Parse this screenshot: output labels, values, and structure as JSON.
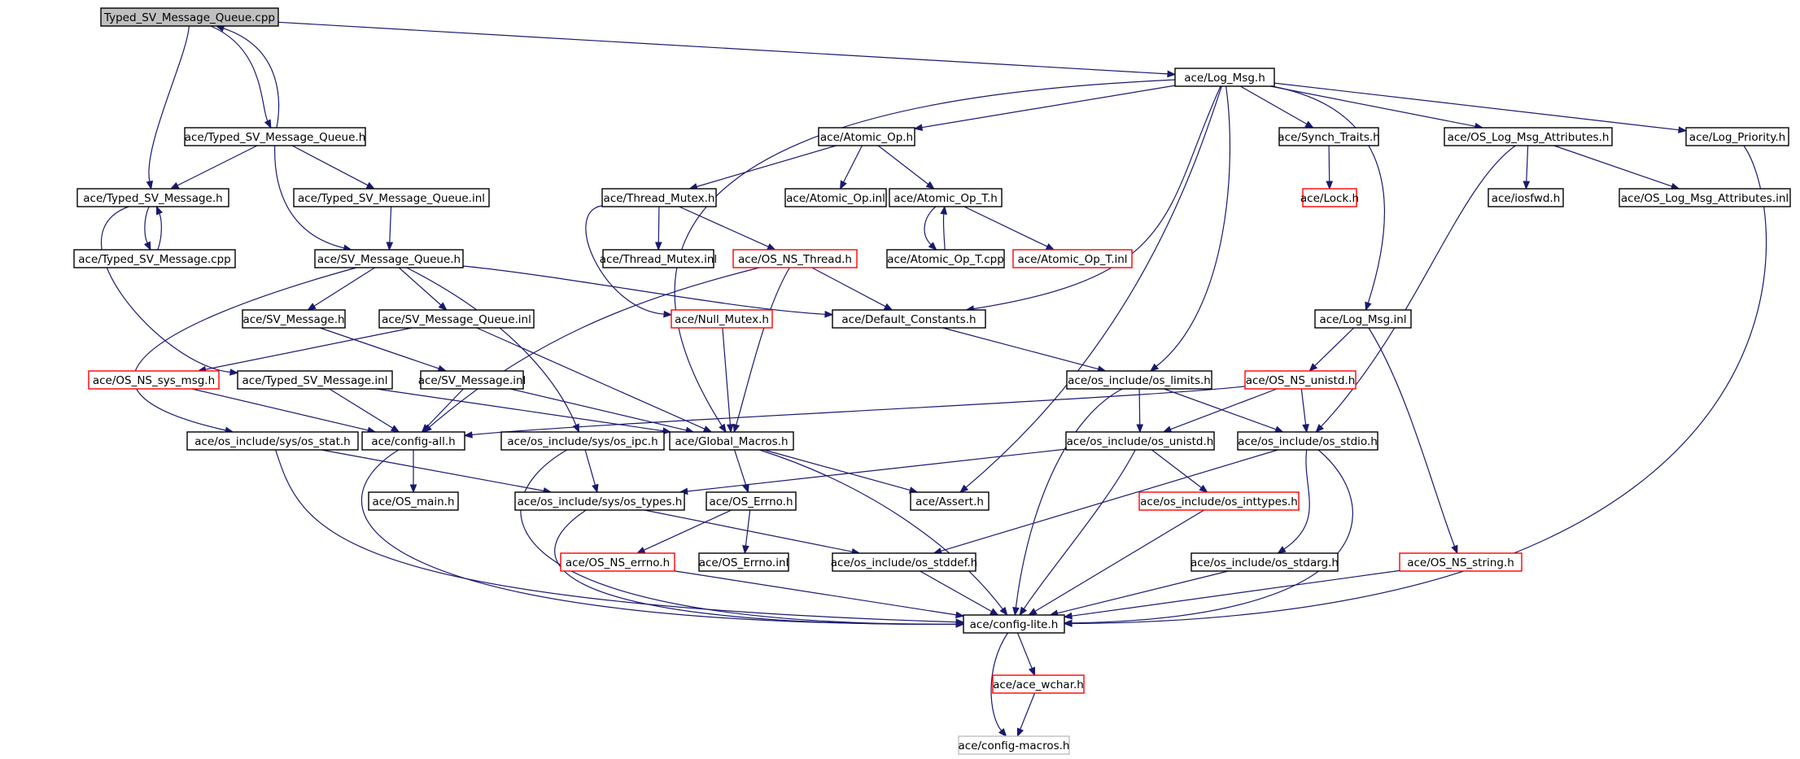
{
  "graph": {
    "root": "Typed_SV_Message_Queue.cpp",
    "colors": {
      "edge": "#191970",
      "border_normal": "#000000",
      "border_missing": "#ff0000",
      "border_external": "#bfbfbf",
      "root_fill": "#bfbfbf"
    },
    "nodes": [
      {
        "id": "root",
        "label": "Typed_SV_Message_Queue.cpp",
        "kind": "root"
      },
      {
        "id": "log_msg_h",
        "label": "ace/Log_Msg.h",
        "kind": "normal"
      },
      {
        "id": "typed_svmq_h",
        "label": "ace/Typed_SV_Message_Queue.h",
        "kind": "normal"
      },
      {
        "id": "atomic_op_h",
        "label": "ace/Atomic_Op.h",
        "kind": "normal"
      },
      {
        "id": "synch_traits_h",
        "label": "ace/Synch_Traits.h",
        "kind": "normal"
      },
      {
        "id": "os_log_attr_h",
        "label": "ace/OS_Log_Msg_Attributes.h",
        "kind": "normal"
      },
      {
        "id": "log_priority_h",
        "label": "ace/Log_Priority.h",
        "kind": "normal"
      },
      {
        "id": "typed_svm_h",
        "label": "ace/Typed_SV_Message.h",
        "kind": "normal"
      },
      {
        "id": "typed_svmq_inl",
        "label": "ace/Typed_SV_Message_Queue.inl",
        "kind": "normal"
      },
      {
        "id": "thread_mutex_h",
        "label": "ace/Thread_Mutex.h",
        "kind": "normal"
      },
      {
        "id": "atomic_op_inl",
        "label": "ace/Atomic_Op.inl",
        "kind": "normal"
      },
      {
        "id": "atomic_op_t_h",
        "label": "ace/Atomic_Op_T.h",
        "kind": "normal"
      },
      {
        "id": "lock_h",
        "label": "ace/Lock.h",
        "kind": "missing"
      },
      {
        "id": "iosfwd_h",
        "label": "ace/iosfwd.h",
        "kind": "normal"
      },
      {
        "id": "os_log_attr_inl",
        "label": "ace/OS_Log_Msg_Attributes.inl",
        "kind": "normal"
      },
      {
        "id": "typed_svm_cpp",
        "label": "ace/Typed_SV_Message.cpp",
        "kind": "normal"
      },
      {
        "id": "svmq_h",
        "label": "ace/SV_Message_Queue.h",
        "kind": "normal"
      },
      {
        "id": "thread_mutex_inl",
        "label": "ace/Thread_Mutex.inl",
        "kind": "normal"
      },
      {
        "id": "os_ns_thread_h",
        "label": "ace/OS_NS_Thread.h",
        "kind": "missing"
      },
      {
        "id": "atomic_op_t_cpp",
        "label": "ace/Atomic_Op_T.cpp",
        "kind": "normal"
      },
      {
        "id": "atomic_op_t_inl",
        "label": "ace/Atomic_Op_T.inl",
        "kind": "missing"
      },
      {
        "id": "svm_h",
        "label": "ace/SV_Message.h",
        "kind": "normal"
      },
      {
        "id": "svmq_inl",
        "label": "ace/SV_Message_Queue.inl",
        "kind": "normal"
      },
      {
        "id": "null_mutex_h",
        "label": "ace/Null_Mutex.h",
        "kind": "missing"
      },
      {
        "id": "default_constants_h",
        "label": "ace/Default_Constants.h",
        "kind": "normal"
      },
      {
        "id": "log_msg_inl",
        "label": "ace/Log_Msg.inl",
        "kind": "normal"
      },
      {
        "id": "os_ns_sys_msg_h",
        "label": "ace/OS_NS_sys_msg.h",
        "kind": "missing"
      },
      {
        "id": "typed_svm_inl",
        "label": "ace/Typed_SV_Message.inl",
        "kind": "normal"
      },
      {
        "id": "svm_inl",
        "label": "ace/SV_Message.inl",
        "kind": "normal"
      },
      {
        "id": "os_limits_h",
        "label": "ace/os_include/os_limits.h",
        "kind": "normal"
      },
      {
        "id": "os_ns_unistd_h",
        "label": "ace/OS_NS_unistd.h",
        "kind": "missing"
      },
      {
        "id": "os_stat_h",
        "label": "ace/os_include/sys/os_stat.h",
        "kind": "normal"
      },
      {
        "id": "config_all_h",
        "label": "ace/config-all.h",
        "kind": "normal"
      },
      {
        "id": "os_ipc_h",
        "label": "ace/os_include/sys/os_ipc.h",
        "kind": "normal"
      },
      {
        "id": "global_macros_h",
        "label": "ace/Global_Macros.h",
        "kind": "normal"
      },
      {
        "id": "os_unistd_h",
        "label": "ace/os_include/os_unistd.h",
        "kind": "normal"
      },
      {
        "id": "os_stdio_h",
        "label": "ace/os_include/os_stdio.h",
        "kind": "normal"
      },
      {
        "id": "os_main_h",
        "label": "ace/OS_main.h",
        "kind": "normal"
      },
      {
        "id": "os_types_h",
        "label": "ace/os_include/sys/os_types.h",
        "kind": "normal"
      },
      {
        "id": "os_errno_h",
        "label": "ace/OS_Errno.h",
        "kind": "normal"
      },
      {
        "id": "assert_h",
        "label": "ace/Assert.h",
        "kind": "normal"
      },
      {
        "id": "os_inttypes_h",
        "label": "ace/os_include/os_inttypes.h",
        "kind": "missing"
      },
      {
        "id": "os_ns_errno_h",
        "label": "ace/OS_NS_errno.h",
        "kind": "missing"
      },
      {
        "id": "os_errno_inl",
        "label": "ace/OS_Errno.inl",
        "kind": "normal"
      },
      {
        "id": "os_stddef_h",
        "label": "ace/os_include/os_stddef.h",
        "kind": "normal"
      },
      {
        "id": "os_stdarg_h",
        "label": "ace/os_include/os_stdarg.h",
        "kind": "normal"
      },
      {
        "id": "os_ns_string_h",
        "label": "ace/OS_NS_string.h",
        "kind": "missing"
      },
      {
        "id": "config_lite_h",
        "label": "ace/config-lite.h",
        "kind": "normal"
      },
      {
        "id": "ace_wchar_h",
        "label": "ace/ace_wchar.h",
        "kind": "missing"
      },
      {
        "id": "config_macros_h",
        "label": "ace/config-macros.h",
        "kind": "external"
      }
    ],
    "edges": [
      [
        "root",
        "log_msg_h"
      ],
      [
        "root",
        "typed_svmq_h"
      ],
      [
        "root",
        "typed_svm_h"
      ],
      [
        "typed_svmq_h",
        "root"
      ],
      [
        "typed_svmq_h",
        "typed_svm_h"
      ],
      [
        "typed_svmq_h",
        "typed_svmq_inl"
      ],
      [
        "typed_svmq_h",
        "svmq_h"
      ],
      [
        "typed_svm_h",
        "typed_svm_cpp"
      ],
      [
        "typed_svm_cpp",
        "typed_svm_h"
      ],
      [
        "typed_svm_h",
        "typed_svm_inl"
      ],
      [
        "typed_svmq_inl",
        "svmq_h"
      ],
      [
        "svmq_h",
        "svm_h"
      ],
      [
        "svmq_h",
        "svmq_inl"
      ],
      [
        "svmq_h",
        "default_constants_h"
      ],
      [
        "svmq_h",
        "os_stat_h"
      ],
      [
        "svmq_h",
        "os_ipc_h"
      ],
      [
        "svm_h",
        "svm_inl"
      ],
      [
        "svmq_inl",
        "global_macros_h"
      ],
      [
        "svmq_inl",
        "os_ns_sys_msg_h"
      ],
      [
        "svm_inl",
        "config_all_h"
      ],
      [
        "svm_inl",
        "global_macros_h"
      ],
      [
        "typed_svm_inl",
        "config_all_h"
      ],
      [
        "typed_svm_inl",
        "global_macros_h"
      ],
      [
        "os_ns_sys_msg_h",
        "config_all_h"
      ],
      [
        "log_msg_h",
        "atomic_op_h"
      ],
      [
        "log_msg_h",
        "synch_traits_h"
      ],
      [
        "log_msg_h",
        "os_log_attr_h"
      ],
      [
        "log_msg_h",
        "log_priority_h"
      ],
      [
        "log_msg_h",
        "default_constants_h"
      ],
      [
        "log_msg_h",
        "log_msg_inl"
      ],
      [
        "log_msg_h",
        "os_limits_h"
      ],
      [
        "log_msg_h",
        "assert_h"
      ],
      [
        "log_msg_h",
        "global_macros_h"
      ],
      [
        "atomic_op_h",
        "thread_mutex_h"
      ],
      [
        "atomic_op_h",
        "atomic_op_inl"
      ],
      [
        "atomic_op_h",
        "atomic_op_t_h"
      ],
      [
        "atomic_op_t_h",
        "atomic_op_t_cpp"
      ],
      [
        "atomic_op_t_cpp",
        "atomic_op_t_h"
      ],
      [
        "atomic_op_t_h",
        "atomic_op_t_inl"
      ],
      [
        "thread_mutex_h",
        "thread_mutex_inl"
      ],
      [
        "thread_mutex_h",
        "os_ns_thread_h"
      ],
      [
        "thread_mutex_h",
        "null_mutex_h"
      ],
      [
        "os_ns_thread_h",
        "default_constants_h"
      ],
      [
        "os_ns_thread_h",
        "global_macros_h"
      ],
      [
        "os_ns_thread_h",
        "config_all_h"
      ],
      [
        "null_mutex_h",
        "global_macros_h"
      ],
      [
        "synch_traits_h",
        "lock_h"
      ],
      [
        "os_log_attr_h",
        "iosfwd_h"
      ],
      [
        "os_log_attr_h",
        "os_log_attr_inl"
      ],
      [
        "os_log_attr_h",
        "os_stdio_h"
      ],
      [
        "log_priority_h",
        "config_lite_h"
      ],
      [
        "default_constants_h",
        "os_limits_h"
      ],
      [
        "log_msg_inl",
        "os_ns_unistd_h"
      ],
      [
        "log_msg_inl",
        "os_ns_string_h"
      ],
      [
        "os_limits_h",
        "os_unistd_h"
      ],
      [
        "os_limits_h",
        "os_stdio_h"
      ],
      [
        "os_limits_h",
        "config_lite_h"
      ],
      [
        "os_ns_unistd_h",
        "os_unistd_h"
      ],
      [
        "os_ns_unistd_h",
        "os_stdio_h"
      ],
      [
        "os_ns_unistd_h",
        "config_all_h"
      ],
      [
        "os_unistd_h",
        "os_types_h"
      ],
      [
        "os_unistd_h",
        "os_inttypes_h"
      ],
      [
        "os_unistd_h",
        "config_lite_h"
      ],
      [
        "os_stdio_h",
        "os_stddef_h"
      ],
      [
        "os_stdio_h",
        "os_stdarg_h"
      ],
      [
        "os_stdio_h",
        "config_lite_h"
      ],
      [
        "os_stat_h",
        "os_types_h"
      ],
      [
        "os_stat_h",
        "config_lite_h"
      ],
      [
        "config_all_h",
        "os_main_h"
      ],
      [
        "config_all_h",
        "config_lite_h"
      ],
      [
        "os_ipc_h",
        "os_types_h"
      ],
      [
        "os_ipc_h",
        "config_lite_h"
      ],
      [
        "global_macros_h",
        "os_errno_h"
      ],
      [
        "global_macros_h",
        "assert_h"
      ],
      [
        "global_macros_h",
        "config_lite_h"
      ],
      [
        "os_types_h",
        "config_lite_h"
      ],
      [
        "os_types_h",
        "os_stddef_h"
      ],
      [
        "os_errno_h",
        "os_ns_errno_h"
      ],
      [
        "os_errno_h",
        "os_errno_inl"
      ],
      [
        "os_ns_errno_h",
        "config_lite_h"
      ],
      [
        "os_stddef_h",
        "config_lite_h"
      ],
      [
        "os_inttypes_h",
        "config_lite_h"
      ],
      [
        "os_stdarg_h",
        "config_lite_h"
      ],
      [
        "os_ns_string_h",
        "config_lite_h"
      ],
      [
        "config_lite_h",
        "ace_wchar_h"
      ],
      [
        "config_lite_h",
        "config_macros_h"
      ],
      [
        "ace_wchar_h",
        "config_macros_h"
      ]
    ]
  }
}
